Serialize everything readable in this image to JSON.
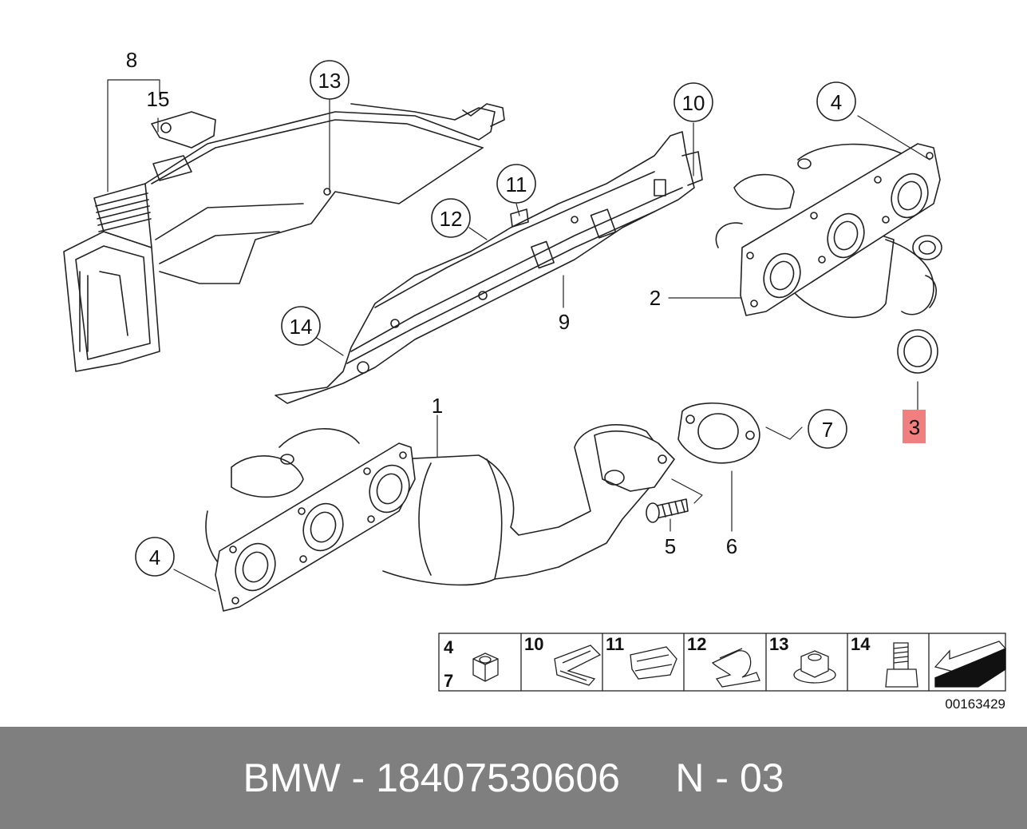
{
  "callouts": {
    "c1": "1",
    "c2": "2",
    "c3": "3",
    "c4a": "4",
    "c4b": "4",
    "c5": "5",
    "c6": "6",
    "c7": "7",
    "c8": "8",
    "c9": "9",
    "c10": "10",
    "c11": "11",
    "c12": "12",
    "c13": "13",
    "c14": "14",
    "c15": "15"
  },
  "highlight": {
    "part": "3",
    "color": "#f08080"
  },
  "legend": {
    "cells": [
      {
        "labels": [
          "4",
          "7"
        ],
        "icon": "hex-nut-icon"
      },
      {
        "labels": [
          "10"
        ],
        "icon": "spring-clip-icon"
      },
      {
        "labels": [
          "11"
        ],
        "icon": "clip-icon"
      },
      {
        "labels": [
          "12"
        ],
        "icon": "bracket-clip-icon"
      },
      {
        "labels": [
          "13"
        ],
        "icon": "flange-nut-icon"
      },
      {
        "labels": [
          "14"
        ],
        "icon": "bolt-icon"
      },
      {
        "labels": [],
        "icon": "direction-arrow-icon"
      }
    ]
  },
  "diagram_code": "00163429",
  "footer": {
    "text": "BMW - 18407530606     N - 03",
    "background": "#7f7f7f"
  }
}
